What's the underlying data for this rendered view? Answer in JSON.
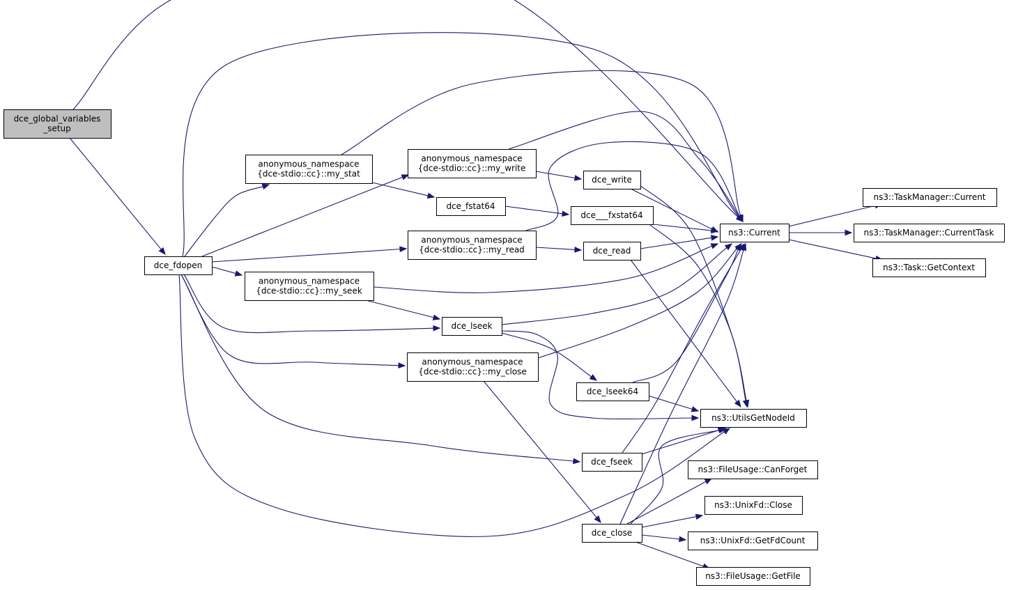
{
  "graph": {
    "colors": {
      "edge": "#191970",
      "node_border": "#000000",
      "root_fill": "#bfbfbf",
      "node_fill": "#ffffff"
    },
    "nodes": {
      "root": [
        "dce_global_variables",
        "_setup"
      ],
      "fdopen": [
        "dce_fdopen"
      ],
      "my_stat": [
        "anonymous_namespace",
        "{dce-stdio::cc}::my_stat"
      ],
      "my_write": [
        "anonymous_namespace",
        "{dce-stdio::cc}::my_write"
      ],
      "my_read": [
        "anonymous_namespace",
        "{dce-stdio::cc}::my_read"
      ],
      "my_seek": [
        "anonymous_namespace",
        "{dce-stdio::cc}::my_seek"
      ],
      "my_close": [
        "anonymous_namespace",
        "{dce-stdio::cc}::my_close"
      ],
      "dce_write": [
        "dce_write"
      ],
      "dce_fstat64": [
        "dce_fstat64"
      ],
      "dce_fxstat64": [
        "dce___fxstat64"
      ],
      "dce_read": [
        "dce_read"
      ],
      "dce_lseek": [
        "dce_lseek"
      ],
      "dce_lseek64": [
        "dce_lseek64"
      ],
      "dce_fseek": [
        "dce_fseek"
      ],
      "dce_close": [
        "dce_close"
      ],
      "current": [
        "ns3::Current"
      ],
      "utils": [
        "ns3::UtilsGetNodeId"
      ],
      "tm_current": [
        "ns3::TaskManager::Current"
      ],
      "tm_currenttask": [
        "ns3::TaskManager::CurrentTask"
      ],
      "task_getcontext": [
        "ns3::Task::GetContext"
      ],
      "fu_canforget": [
        "ns3::FileUsage::CanForget"
      ],
      "unixfd_close": [
        "ns3::UnixFd::Close"
      ],
      "unixfd_getfdcount": [
        "ns3::UnixFd::GetFdCount"
      ],
      "fu_getfile": [
        "ns3::FileUsage::GetFile"
      ]
    },
    "edges": [
      [
        "root",
        "current"
      ],
      [
        "root",
        "fdopen"
      ],
      [
        "fdopen",
        "current"
      ],
      [
        "fdopen",
        "my_stat"
      ],
      [
        "fdopen",
        "my_write"
      ],
      [
        "fdopen",
        "my_read"
      ],
      [
        "fdopen",
        "my_seek"
      ],
      [
        "fdopen",
        "dce_lseek"
      ],
      [
        "fdopen",
        "my_close"
      ],
      [
        "fdopen",
        "dce_fseek"
      ],
      [
        "fdopen",
        "utils"
      ],
      [
        "my_stat",
        "current"
      ],
      [
        "my_stat",
        "dce_fstat64"
      ],
      [
        "my_write",
        "current"
      ],
      [
        "my_write",
        "dce_write"
      ],
      [
        "my_read",
        "current"
      ],
      [
        "my_read",
        "dce_read"
      ],
      [
        "my_seek",
        "current"
      ],
      [
        "my_seek",
        "dce_lseek"
      ],
      [
        "my_close",
        "current"
      ],
      [
        "my_close",
        "dce_close"
      ],
      [
        "dce_write",
        "current"
      ],
      [
        "dce_write",
        "utils"
      ],
      [
        "dce_fstat64",
        "dce_fxstat64"
      ],
      [
        "dce_fxstat64",
        "current"
      ],
      [
        "dce_fxstat64",
        "utils"
      ],
      [
        "dce_read",
        "current"
      ],
      [
        "dce_read",
        "utils"
      ],
      [
        "dce_lseek",
        "current"
      ],
      [
        "dce_lseek",
        "dce_lseek64"
      ],
      [
        "dce_lseek",
        "utils"
      ],
      [
        "dce_lseek64",
        "current"
      ],
      [
        "dce_lseek64",
        "utils"
      ],
      [
        "dce_fseek",
        "current"
      ],
      [
        "dce_fseek",
        "utils"
      ],
      [
        "dce_close",
        "current"
      ],
      [
        "dce_close",
        "utils"
      ],
      [
        "dce_close",
        "fu_canforget"
      ],
      [
        "dce_close",
        "unixfd_close"
      ],
      [
        "dce_close",
        "unixfd_getfdcount"
      ],
      [
        "dce_close",
        "fu_getfile"
      ],
      [
        "current",
        "tm_current"
      ],
      [
        "current",
        "tm_currenttask"
      ],
      [
        "current",
        "task_getcontext"
      ]
    ]
  }
}
